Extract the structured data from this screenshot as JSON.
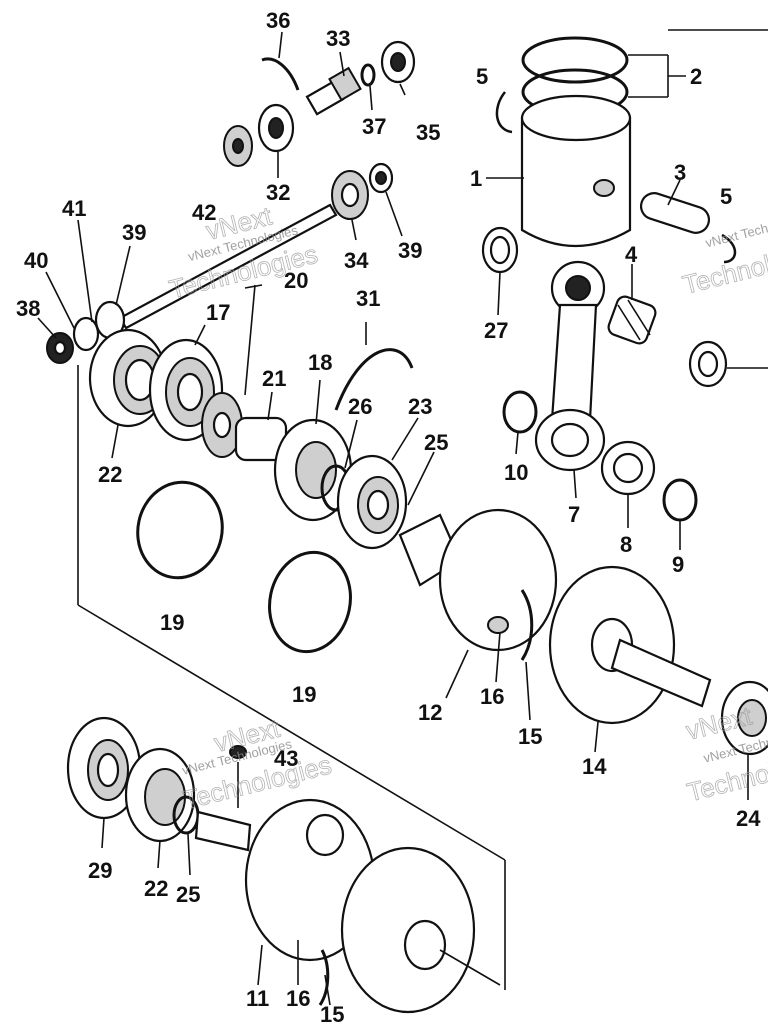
{
  "callouts": [
    {
      "id": "36",
      "text": "36"
    },
    {
      "id": "33",
      "text": "33"
    },
    {
      "id": "35",
      "text": "35"
    },
    {
      "id": "37",
      "text": "37"
    },
    {
      "id": "32",
      "text": "32"
    },
    {
      "id": "34",
      "text": "34"
    },
    {
      "id": "39a",
      "text": "39"
    },
    {
      "id": "39b",
      "text": "39"
    },
    {
      "id": "41",
      "text": "41"
    },
    {
      "id": "42",
      "text": "42"
    },
    {
      "id": "40",
      "text": "40"
    },
    {
      "id": "38",
      "text": "38"
    },
    {
      "id": "20",
      "text": "20"
    },
    {
      "id": "17",
      "text": "17"
    },
    {
      "id": "31",
      "text": "31"
    },
    {
      "id": "18",
      "text": "18"
    },
    {
      "id": "21",
      "text": "21"
    },
    {
      "id": "26",
      "text": "26"
    },
    {
      "id": "23",
      "text": "23"
    },
    {
      "id": "22a",
      "text": "22"
    },
    {
      "id": "25a",
      "text": "25"
    },
    {
      "id": "19a",
      "text": "19"
    },
    {
      "id": "19b",
      "text": "19"
    },
    {
      "id": "1",
      "text": "1"
    },
    {
      "id": "2",
      "text": "2"
    },
    {
      "id": "3",
      "text": "3"
    },
    {
      "id": "5a",
      "text": "5"
    },
    {
      "id": "5b",
      "text": "5"
    },
    {
      "id": "4",
      "text": "4"
    },
    {
      "id": "27",
      "text": "27"
    },
    {
      "id": "10",
      "text": "10"
    },
    {
      "id": "7",
      "text": "7"
    },
    {
      "id": "8",
      "text": "8"
    },
    {
      "id": "9",
      "text": "9"
    },
    {
      "id": "12",
      "text": "12"
    },
    {
      "id": "16a",
      "text": "16"
    },
    {
      "id": "15a",
      "text": "15"
    },
    {
      "id": "14",
      "text": "14"
    },
    {
      "id": "24",
      "text": "24"
    },
    {
      "id": "43",
      "text": "43"
    },
    {
      "id": "29",
      "text": "29"
    },
    {
      "id": "22b",
      "text": "22"
    },
    {
      "id": "25b",
      "text": "25"
    },
    {
      "id": "11",
      "text": "11"
    },
    {
      "id": "16b",
      "text": "16"
    },
    {
      "id": "15b",
      "text": "15"
    }
  ],
  "watermarks": [
    {
      "id": "wm1",
      "big": "vNext",
      "small": "vNext Technologies",
      "big2": "Technologies"
    },
    {
      "id": "wm2",
      "big": "vNext",
      "small": "vNext Technologies",
      "big2": "Technologies"
    },
    {
      "id": "wm3",
      "big": "vNext",
      "small": "vNext Technologies",
      "big2": "Technologies"
    },
    {
      "id": "wm4",
      "big": "",
      "small": "vNext Technologies",
      "big2": "Technologies"
    }
  ]
}
